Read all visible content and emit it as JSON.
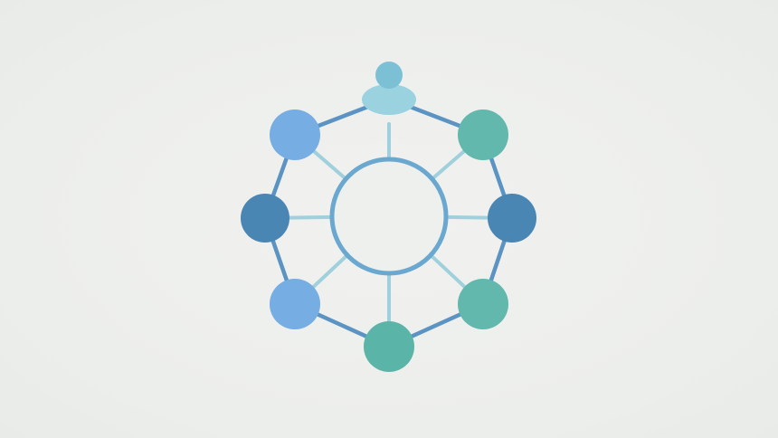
{
  "diagram": {
    "type": "hub-and-ring network",
    "hub": {
      "id": "hub",
      "label": ""
    },
    "nodes": [
      {
        "id": "top",
        "kind": "person",
        "color": "#9ad2e0",
        "head_color": "#7cc0d6"
      },
      {
        "id": "upper-right",
        "kind": "circle",
        "color": "#62b8ad"
      },
      {
        "id": "right",
        "kind": "circle",
        "color": "#4a86b4"
      },
      {
        "id": "lower-right",
        "kind": "circle",
        "color": "#62b8ad"
      },
      {
        "id": "bottom",
        "kind": "circle",
        "color": "#5ab5a8"
      },
      {
        "id": "lower-left",
        "kind": "circle",
        "color": "#76ade2"
      },
      {
        "id": "left",
        "kind": "circle",
        "color": "#4a86b4"
      },
      {
        "id": "upper-left",
        "kind": "circle",
        "color": "#76ade2"
      }
    ],
    "ring_edges": [
      [
        "top",
        "upper-right"
      ],
      [
        "upper-right",
        "right"
      ],
      [
        "right",
        "lower-right"
      ],
      [
        "lower-right",
        "bottom"
      ],
      [
        "bottom",
        "lower-left"
      ],
      [
        "lower-left",
        "left"
      ],
      [
        "left",
        "upper-left"
      ],
      [
        "upper-left",
        "top"
      ]
    ],
    "spoke_edges": [
      [
        "hub",
        "top"
      ],
      [
        "hub",
        "upper-right"
      ],
      [
        "hub",
        "right"
      ],
      [
        "hub",
        "lower-right"
      ],
      [
        "hub",
        "bottom"
      ],
      [
        "hub",
        "lower-left"
      ],
      [
        "hub",
        "left"
      ],
      [
        "hub",
        "upper-left"
      ]
    ],
    "colors": {
      "background": "#eef0ee",
      "ring_edge": "#5b93c2",
      "spoke_edge": "#9fd0dc",
      "hub_stroke": "#6aa8cf",
      "hub_fill": "#eef0ee"
    }
  }
}
